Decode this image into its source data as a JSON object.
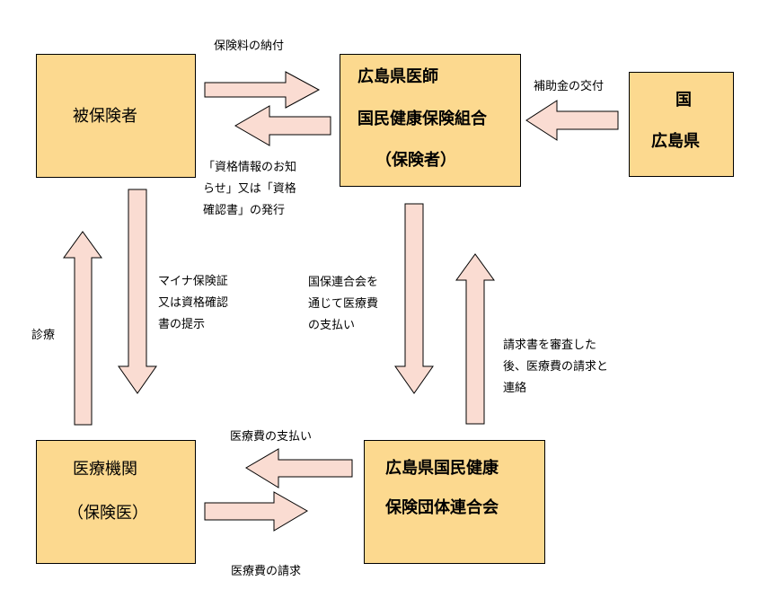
{
  "nodes": {
    "insured": {
      "label": "被保険者"
    },
    "insurer": {
      "line1": "広島県医師",
      "line2": "国民健康保険組合",
      "line3": "（保険者）"
    },
    "gov": {
      "line1": "国",
      "line2": "広島県"
    },
    "medical": {
      "line1": "医療機関",
      "line2": "（保険医）"
    },
    "federation": {
      "line1": "広島県国民健康",
      "line2": "保険団体連合会"
    }
  },
  "edges": {
    "premium": "保険料の納付",
    "subsidy": "補助金の交付",
    "qualification": "「資格情報のお知\nらせ」又は「資格\n確認書」の発行",
    "present_card": "マイナ保険証\n又は資格確認\n書の提示",
    "treatment": "診療",
    "payment_via_federation": "国保連合会を\n通じて医療費\nの支払い",
    "review_claim": "請求書を審査した\n後、医療費の請求と\n連絡",
    "pay_medical": "医療費の支払い",
    "claim_medical": "医療費の請求"
  },
  "colors": {
    "box_fill": "#fcd98f",
    "arrow_fill": "#fadcd2",
    "stroke": "#000000"
  }
}
